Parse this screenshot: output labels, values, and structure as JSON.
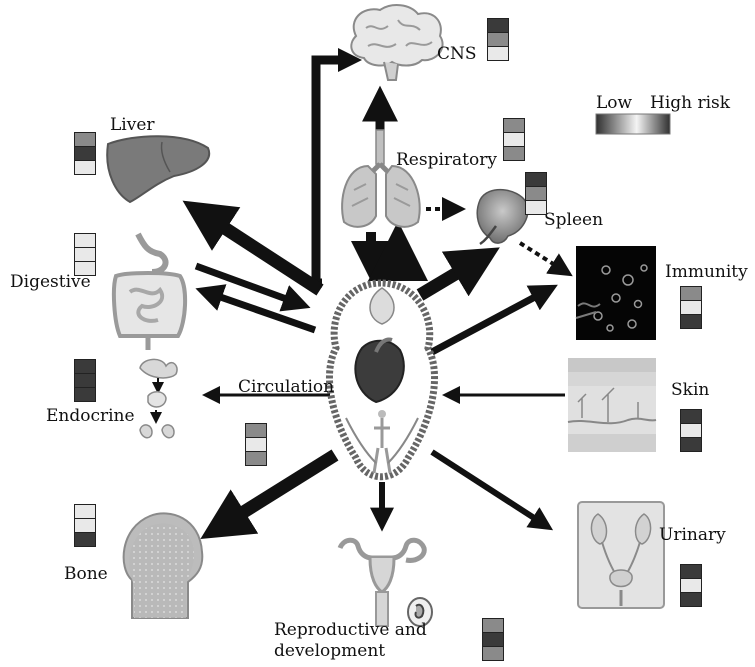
{
  "labels": {
    "cns": "CNS",
    "respiratory": "Respiratory",
    "spleen": "Spleen",
    "immunity": "Immunity",
    "liver": "Liver",
    "digestive": "Digestive",
    "endocrine": "Endocrine",
    "circulation": "Circulation",
    "skin": "Skin",
    "bone": "Bone",
    "urinary": "Urinary",
    "reproductive_line1": "Reproductive and",
    "reproductive_line2": "development"
  },
  "legend": {
    "low": "Low",
    "high": "High risk",
    "gradient": [
      "#303030",
      "#f4f4f4",
      "#303030"
    ]
  },
  "risk_levels": {
    "cns": [
      "high",
      "medium",
      "low"
    ],
    "respiratory": [
      "medium",
      "low",
      "medium"
    ],
    "spleen": [
      "high",
      "medium",
      "low"
    ],
    "immunity": [
      "medium",
      "low",
      "high"
    ],
    "liver": [
      "medium",
      "high",
      "low"
    ],
    "digestive": [
      "low",
      "low",
      "low"
    ],
    "endocrine": [
      "high",
      "high",
      "high"
    ],
    "circulation": [
      "medium",
      "low",
      "medium"
    ],
    "skin": [
      "high",
      "low",
      "high"
    ],
    "bone": [
      "low",
      "low",
      "high"
    ],
    "urinary": [
      "high",
      "low",
      "high"
    ],
    "reproductive": [
      "medium",
      "high",
      "medium"
    ]
  },
  "colors": {
    "high": "#3a3a3a",
    "medium": "#8a8a8a",
    "low": "#e9e9e9"
  }
}
